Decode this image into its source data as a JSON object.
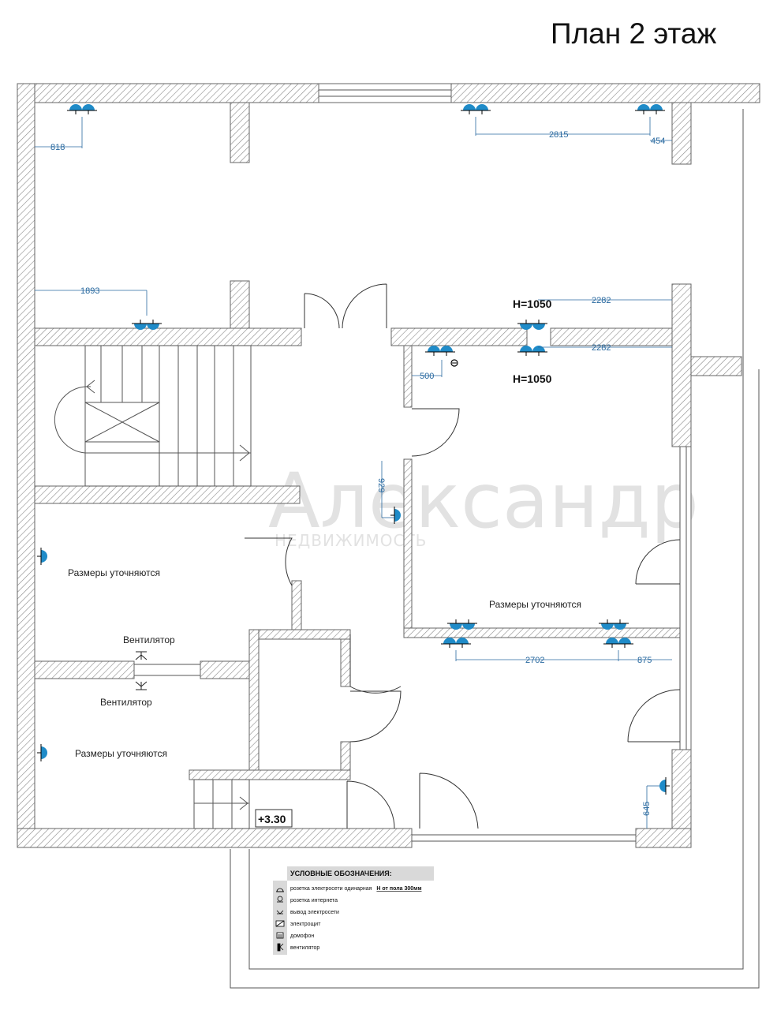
{
  "title": "План 2 этаж",
  "rooms": [
    {
      "label": "Размеры уточняются"
    },
    {
      "label": "Размеры уточняются"
    },
    {
      "label": "Размеры уточняются"
    }
  ],
  "fans": [
    "Вентилятор",
    "Вентилятор"
  ],
  "heights": [
    "H=1050",
    "H=1050"
  ],
  "level": "+3.30",
  "dimensions": [
    "818",
    "2815",
    "454",
    "1893",
    "2282",
    "2282",
    "500",
    "929",
    "2702",
    "875",
    "645"
  ],
  "watermark": {
    "main": "Александр",
    "sub": "НЕДВИЖИМОСТЬ"
  },
  "legend": {
    "title": "УСЛОВНЫЕ ОБОЗНАЧЕНИЯ:",
    "items": [
      {
        "text": "розетка электросети одинарная",
        "note": "H от пола 300мм",
        "icon": "socket-icon"
      },
      {
        "text": "розетка интернета",
        "icon": "internet-socket-icon"
      },
      {
        "text": "вывод электросети",
        "icon": "power-outlet-icon"
      },
      {
        "text": "электрощит",
        "icon": "switchboard-icon"
      },
      {
        "text": "домофон",
        "icon": "intercom-icon"
      },
      {
        "text": "вентилятор",
        "icon": "fan-icon"
      }
    ]
  },
  "colors": {
    "wall": "#777777",
    "socket": "#1f8bc8",
    "dimension": "#2a6aa0"
  }
}
